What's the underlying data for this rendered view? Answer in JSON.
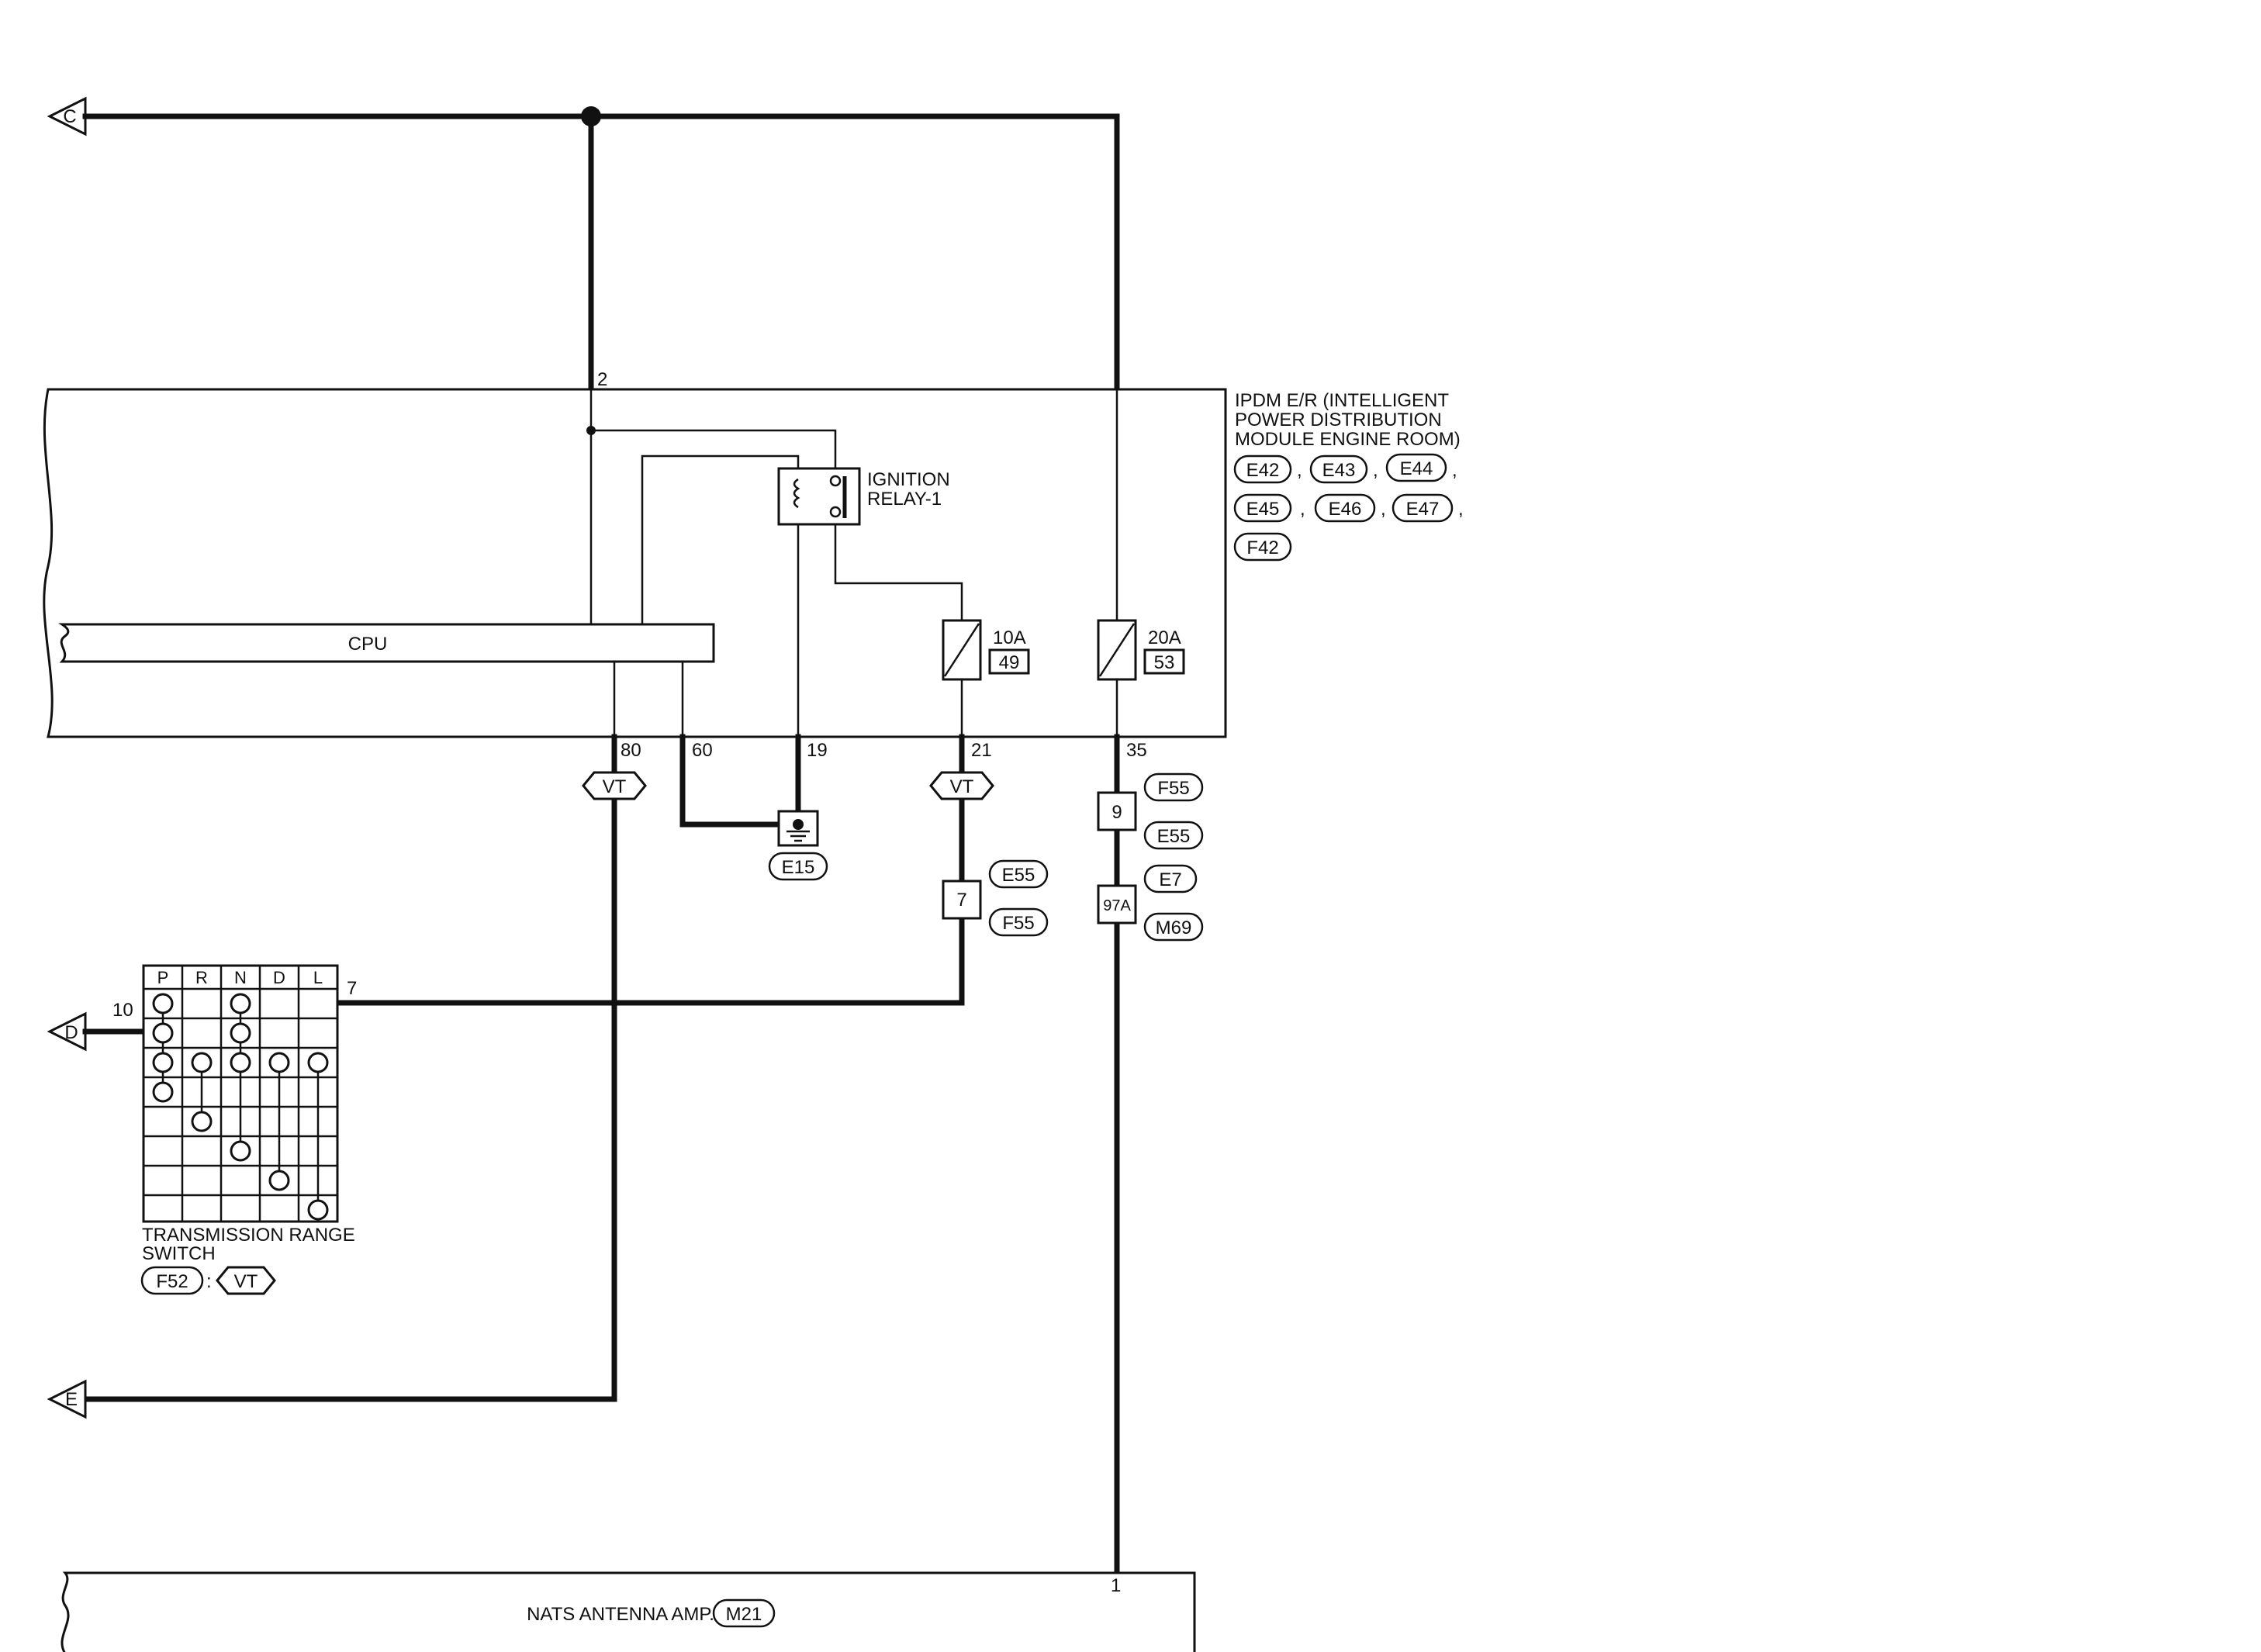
{
  "connectors_offpage": {
    "c": "C",
    "d": "D",
    "e": "E"
  },
  "ipdm": {
    "title_lines": [
      "IPDM E/R (INTELLIGENT",
      "POWER DISTRIBUTION",
      "MODULE ENGINE ROOM)"
    ],
    "connectors": [
      "E42",
      "E43",
      "E44",
      "E45",
      "E46",
      "E47",
      "F42"
    ],
    "cpu_label": "CPU",
    "relay_label_lines": [
      "IGNITION",
      "RELAY-1"
    ],
    "top_pin": "2",
    "fuse1": {
      "rating": "10A",
      "number": "49"
    },
    "fuse2": {
      "rating": "20A",
      "number": "53"
    },
    "bottom_pins": [
      "80",
      "60",
      "19",
      "21",
      "35"
    ]
  },
  "ground": {
    "connector": "E15"
  },
  "vt_tag": "VT",
  "joint_21": {
    "pin": "7",
    "upper": "E55",
    "lower": "F55"
  },
  "joint_35a": {
    "pin": "9",
    "upper": "F55",
    "lower": "E55"
  },
  "joint_35b": {
    "pin": "97A",
    "upper": "E7",
    "lower": "M69"
  },
  "trs": {
    "headers": [
      "P",
      "R",
      "N",
      "D",
      "L"
    ],
    "pin_left": "10",
    "pin_right": "7",
    "label_lines": [
      "TRANSMISSION RANGE",
      "SWITCH"
    ],
    "connector": "F52",
    "colon": ":",
    "tag": "VT"
  },
  "nats": {
    "label": "NATS ANTENNA AMP.",
    "connector": "M21",
    "pin": "1"
  },
  "separators": [
    ",",
    ",",
    ",",
    ",",
    ","
  ],
  "colors": {
    "line": "#111111",
    "background": "#ffffff"
  }
}
